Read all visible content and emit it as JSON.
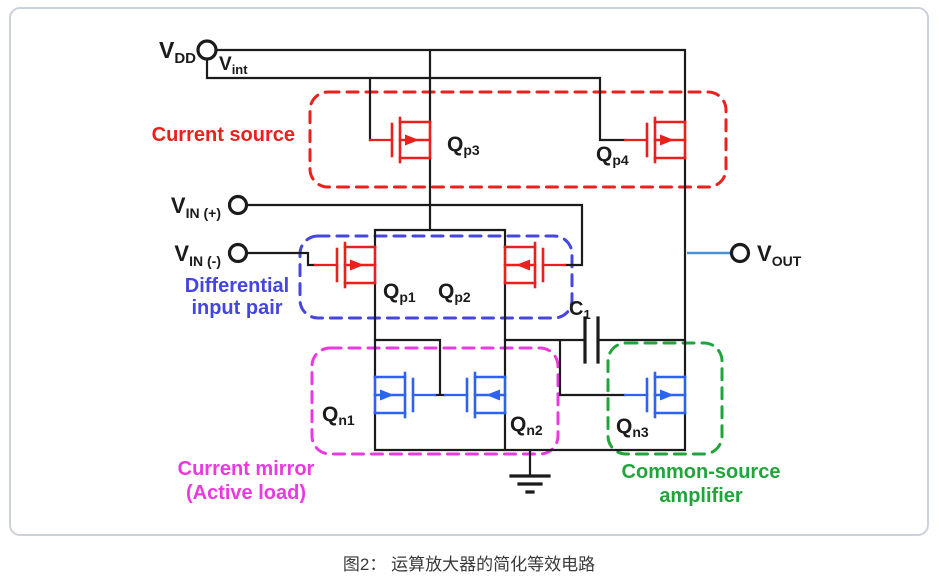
{
  "caption": "图2： 运算放大器的简化等效电路",
  "colors": {
    "wire": "#1b1b1b",
    "red": "#e8211c",
    "blue": "#4545e0",
    "magenta": "#e83ae0",
    "green": "#22a43c",
    "device_blue": "#2e62f0",
    "vout_wire": "#4a90d9",
    "border": "#ccd2d9",
    "caption_color": "#3a3a3a"
  },
  "terminals": {
    "vdd": {
      "base": "V",
      "sub": "DD"
    },
    "vint": {
      "base": "V",
      "sub": "int"
    },
    "vin_plus": {
      "base": "V",
      "sub": "IN (+)"
    },
    "vin_minus": {
      "base": "V",
      "sub": "IN (-)"
    },
    "vout": {
      "base": "V",
      "sub": "OUT"
    }
  },
  "components": {
    "qp1": {
      "base": "Q",
      "sub": "p1"
    },
    "qp2": {
      "base": "Q",
      "sub": "p2"
    },
    "qp3": {
      "base": "Q",
      "sub": "p3"
    },
    "qp4": {
      "base": "Q",
      "sub": "p4"
    },
    "qn1": {
      "base": "Q",
      "sub": "n1"
    },
    "qn2": {
      "base": "Q",
      "sub": "n2"
    },
    "qn3": {
      "base": "Q",
      "sub": "n3"
    },
    "c1": {
      "base": "C",
      "sub": "1"
    }
  },
  "groups": {
    "current_source": {
      "line1": "Current source"
    },
    "diff_pair": {
      "line1": "Differential",
      "line2": "input pair"
    },
    "current_mirror": {
      "line1": "Current mirror",
      "line2": "(Active load)"
    },
    "cs_amp": {
      "line1": "Common-source",
      "line2": "amplifier"
    }
  }
}
